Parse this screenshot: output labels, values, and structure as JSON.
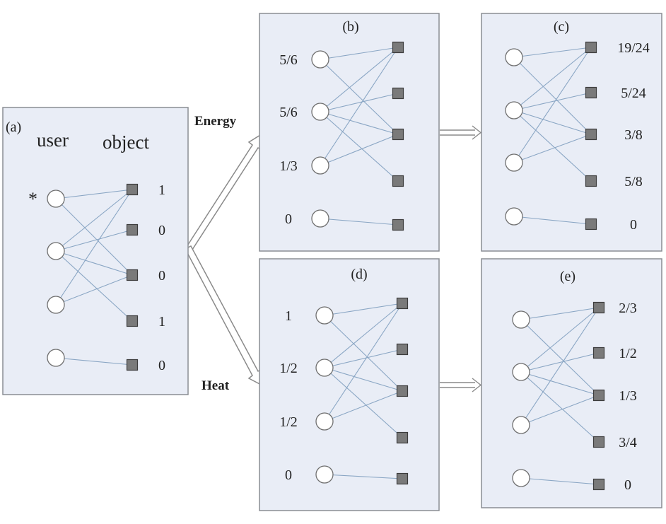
{
  "panels": [
    {
      "id": "a",
      "label": "(a)",
      "header_user": "user",
      "header_object": "object",
      "marked_user": "*",
      "user_values": [],
      "object_values": [
        "1",
        "0",
        "0",
        "1",
        "0"
      ]
    },
    {
      "id": "b",
      "label": "(b)",
      "user_values": [
        "5/6",
        "5/6",
        "1/3",
        "0"
      ],
      "object_values": []
    },
    {
      "id": "c",
      "label": "(c)",
      "user_values": [],
      "object_values": [
        "19/24",
        "5/24",
        "3/8",
        "5/8",
        "0"
      ]
    },
    {
      "id": "d",
      "label": "(d)",
      "user_values": [
        "1",
        "1/2",
        "1/2",
        "0"
      ],
      "object_values": []
    },
    {
      "id": "e",
      "label": "(e)",
      "user_values": [],
      "object_values": [
        "2/3",
        "1/2",
        "1/3",
        "3/4",
        "0"
      ]
    }
  ],
  "edges": [
    [
      0,
      0
    ],
    [
      0,
      2
    ],
    [
      1,
      0
    ],
    [
      1,
      2
    ],
    [
      1,
      3
    ],
    [
      1,
      1
    ],
    [
      2,
      0
    ],
    [
      2,
      2
    ],
    [
      3,
      4
    ]
  ],
  "arrows": {
    "energy": "Energy",
    "heat": "Heat"
  },
  "colors": {
    "panel_fill": "#e9edf6",
    "edge": "#8aa6c4",
    "object_node": "#7a7a7a"
  }
}
